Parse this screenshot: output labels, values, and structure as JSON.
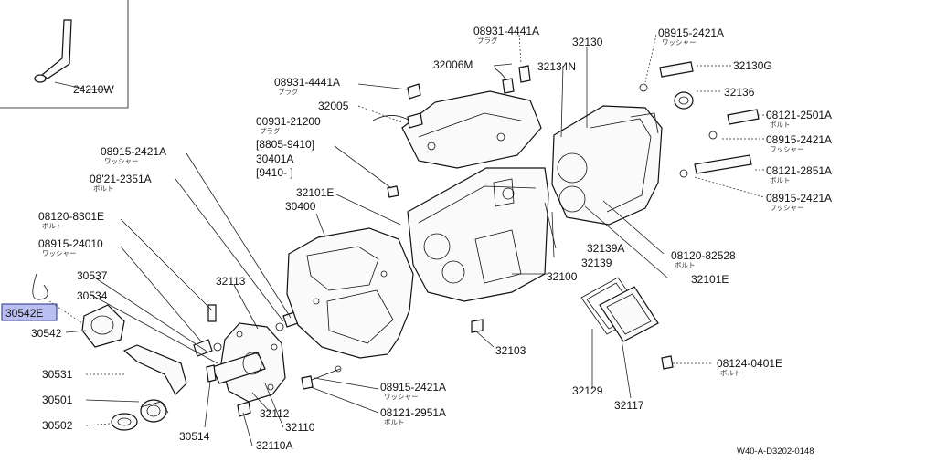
{
  "diagram": {
    "code": "W40-A-D3202-0148",
    "labels": [
      {
        "id": "24210W",
        "text": "24210W",
        "sub": ""
      },
      {
        "id": "08931-4441A-top",
        "text": "08931-4441A",
        "sub": "プラグ"
      },
      {
        "id": "32006M",
        "text": "32006M",
        "sub": ""
      },
      {
        "id": "32130",
        "text": "32130",
        "sub": ""
      },
      {
        "id": "32134N",
        "text": "32134N",
        "sub": ""
      },
      {
        "id": "08915-2421A-top",
        "text": "08915-2421A",
        "sub": "ワッシャー"
      },
      {
        "id": "32130G",
        "text": "32130G",
        "sub": ""
      },
      {
        "id": "32136",
        "text": "32136",
        "sub": ""
      },
      {
        "id": "08931-4441A-left",
        "text": "08931-4441A",
        "sub": "プラグ"
      },
      {
        "id": "32005",
        "text": "32005",
        "sub": ""
      },
      {
        "id": "00931-21200",
        "text": "00931-21200",
        "sub": "プラグ"
      },
      {
        "id": "range-8805",
        "text": "[8805-9410]",
        "sub": ""
      },
      {
        "id": "30401A",
        "text": "30401A",
        "sub": ""
      },
      {
        "id": "range-9410",
        "text": "[9410-     ]",
        "sub": ""
      },
      {
        "id": "08121-2501A",
        "text": "08121-2501A",
        "sub": "ボルト"
      },
      {
        "id": "08915-2421A-r1",
        "text": "08915-2421A",
        "sub": "ワッシャー"
      },
      {
        "id": "08121-2851A",
        "text": "08121-2851A",
        "sub": "ボルト"
      },
      {
        "id": "08915-2421A-r2",
        "text": "08915-2421A",
        "sub": "ワッシャー"
      },
      {
        "id": "08915-2421A-l1",
        "text": "08915-2421A",
        "sub": "ワッシャー"
      },
      {
        "id": "08121-2351A",
        "text": "08'21-2351A",
        "sub": "ボルト"
      },
      {
        "id": "32101E-top",
        "text": "32101E",
        "sub": ""
      },
      {
        "id": "30400",
        "text": "30400",
        "sub": ""
      },
      {
        "id": "08120-8301E",
        "text": "08120-8301E",
        "sub": "ボルト"
      },
      {
        "id": "08915-24010",
        "text": "08915-24010",
        "sub": "ワッシャー"
      },
      {
        "id": "30537",
        "text": "30537",
        "sub": ""
      },
      {
        "id": "30534",
        "text": "30534",
        "sub": ""
      },
      {
        "id": "30542E",
        "text": "30542E",
        "sub": ""
      },
      {
        "id": "30542",
        "text": "30542",
        "sub": ""
      },
      {
        "id": "32113",
        "text": "32113",
        "sub": ""
      },
      {
        "id": "32139A",
        "text": "32139A",
        "sub": ""
      },
      {
        "id": "32139",
        "text": "32139",
        "sub": ""
      },
      {
        "id": "08120-82528",
        "text": "08120-82528",
        "sub": "ボルト"
      },
      {
        "id": "32100",
        "text": "32100",
        "sub": ""
      },
      {
        "id": "32101E-bot",
        "text": "32101E",
        "sub": ""
      },
      {
        "id": "32103",
        "text": "32103",
        "sub": ""
      },
      {
        "id": "30531",
        "text": "30531",
        "sub": ""
      },
      {
        "id": "30501",
        "text": "30501",
        "sub": ""
      },
      {
        "id": "30502",
        "text": "30502",
        "sub": ""
      },
      {
        "id": "30514",
        "text": "30514",
        "sub": ""
      },
      {
        "id": "32112",
        "text": "32112",
        "sub": ""
      },
      {
        "id": "32110",
        "text": "32110",
        "sub": ""
      },
      {
        "id": "32110A",
        "text": "32110A",
        "sub": ""
      },
      {
        "id": "08915-2421A-bot",
        "text": "08915-2421A",
        "sub": "ワッシャー"
      },
      {
        "id": "08121-2951A",
        "text": "08121-2951A",
        "sub": "ボルト"
      },
      {
        "id": "32129",
        "text": "32129",
        "sub": ""
      },
      {
        "id": "32117",
        "text": "32117",
        "sub": ""
      },
      {
        "id": "08124-0401E",
        "text": "08124-0401E",
        "sub": "ボルト"
      }
    ],
    "highlight": "30542E",
    "colors": {
      "highlight_fill": "#b9bff0",
      "highlight_stroke": "#2a2f88",
      "line": "#222222"
    }
  }
}
